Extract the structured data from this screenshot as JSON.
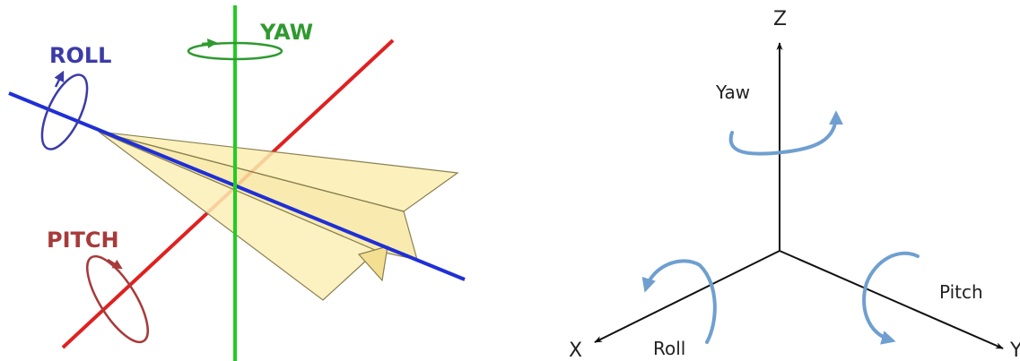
{
  "left_panel": {
    "labels": {
      "roll": "ROLL",
      "yaw": "YAW",
      "pitch": "PITCH"
    },
    "colors": {
      "roll": "#3b3ba8",
      "yaw": "#2f9a2f",
      "pitch": "#a83a3a",
      "roll_axis": "#1f2fd6",
      "yaw_axis": "#22cc22",
      "pitch_axis": "#e02020",
      "plane_fill": "#fbeeb0",
      "plane_fold": "#f3df92",
      "plane_edge": "#8a8050"
    }
  },
  "right_panel": {
    "axes": {
      "z": "Z",
      "x": "X",
      "y": "Y"
    },
    "labels": {
      "yaw": "Yaw",
      "roll": "Roll",
      "pitch": "Pitch"
    },
    "colors": {
      "axis": "#111111",
      "arrow": "#6f9fd0"
    }
  }
}
